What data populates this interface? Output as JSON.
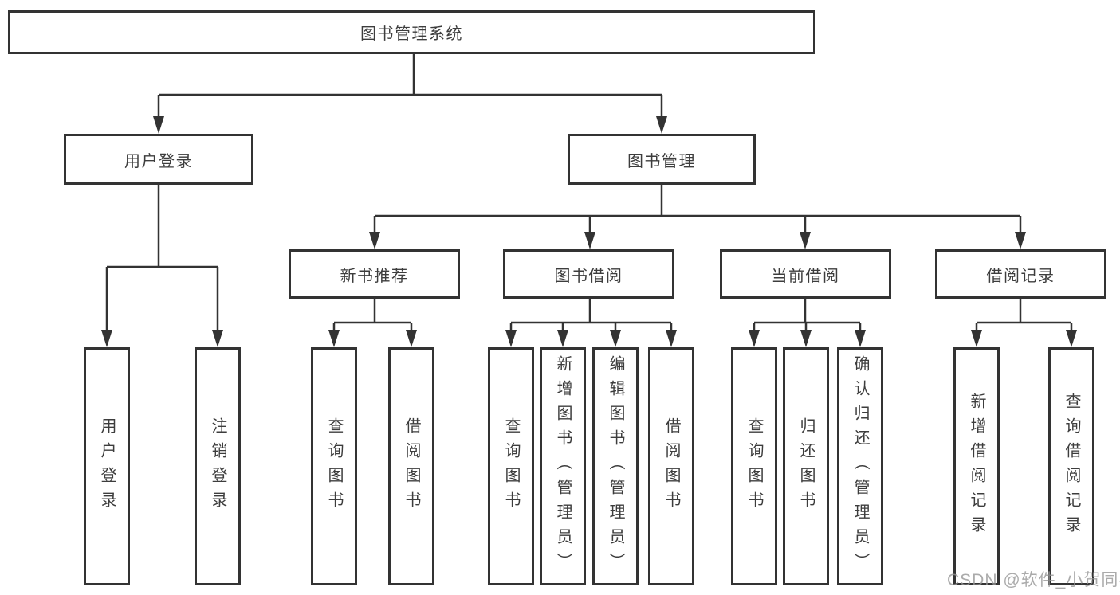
{
  "diagram": {
    "title": "图书管理系统",
    "branches": [
      {
        "label": "用户登录",
        "leaves": [
          "用户登录",
          "注销登录"
        ]
      },
      {
        "label": "图书管理",
        "children": [
          {
            "label": "新书推荐",
            "leaves": [
              "查询图书",
              "借阅图书"
            ]
          },
          {
            "label": "图书借阅",
            "leaves": [
              "查询图书",
              "新增图书（管理员）",
              "编辑图书（管理员）",
              "借阅图书"
            ]
          },
          {
            "label": "当前借阅",
            "leaves": [
              "查询图书",
              "归还图书",
              "确认归还（管理员）"
            ]
          },
          {
            "label": "借阅记录",
            "leaves": [
              "新增借阅记录",
              "查询借阅记录"
            ]
          }
        ]
      }
    ]
  },
  "watermark": {
    "text": "CSDN @软件_小贺同学"
  },
  "colors": {
    "line": "#333333",
    "box_border": "#333333",
    "text": "#3d3d3d",
    "watermark": "#969696",
    "background": "#ffffff"
  }
}
